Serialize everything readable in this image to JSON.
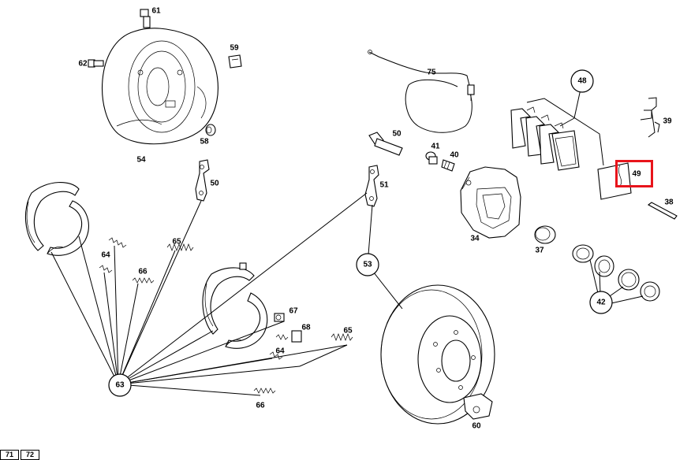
{
  "highlight": {
    "label": "49",
    "color": "#e8141b"
  },
  "callouts": [
    {
      "id": "61",
      "label": "61"
    },
    {
      "id": "62",
      "label": "62"
    },
    {
      "id": "59",
      "label": "59"
    },
    {
      "id": "58",
      "label": "58"
    },
    {
      "id": "54",
      "label": "54"
    },
    {
      "id": "50a",
      "label": "50"
    },
    {
      "id": "75",
      "label": "75"
    },
    {
      "id": "50b",
      "label": "50"
    },
    {
      "id": "41",
      "label": "41"
    },
    {
      "id": "40",
      "label": "40"
    },
    {
      "id": "39",
      "label": "39"
    },
    {
      "id": "51",
      "label": "51"
    },
    {
      "id": "38",
      "label": "38"
    },
    {
      "id": "34",
      "label": "34"
    },
    {
      "id": "37",
      "label": "37"
    },
    {
      "id": "65a",
      "label": "65"
    },
    {
      "id": "64a",
      "label": "64"
    },
    {
      "id": "66a",
      "label": "66"
    },
    {
      "id": "67",
      "label": "67"
    },
    {
      "id": "68",
      "label": "68"
    },
    {
      "id": "64b",
      "label": "64"
    },
    {
      "id": "65b",
      "label": "65"
    },
    {
      "id": "66b",
      "label": "66"
    },
    {
      "id": "60",
      "label": "60"
    }
  ],
  "bubbles": [
    {
      "id": "48",
      "label": "48"
    },
    {
      "id": "53",
      "label": "53"
    },
    {
      "id": "42",
      "label": "42"
    },
    {
      "id": "63",
      "label": "63"
    }
  ],
  "page_tabs": [
    "71",
    "72"
  ]
}
